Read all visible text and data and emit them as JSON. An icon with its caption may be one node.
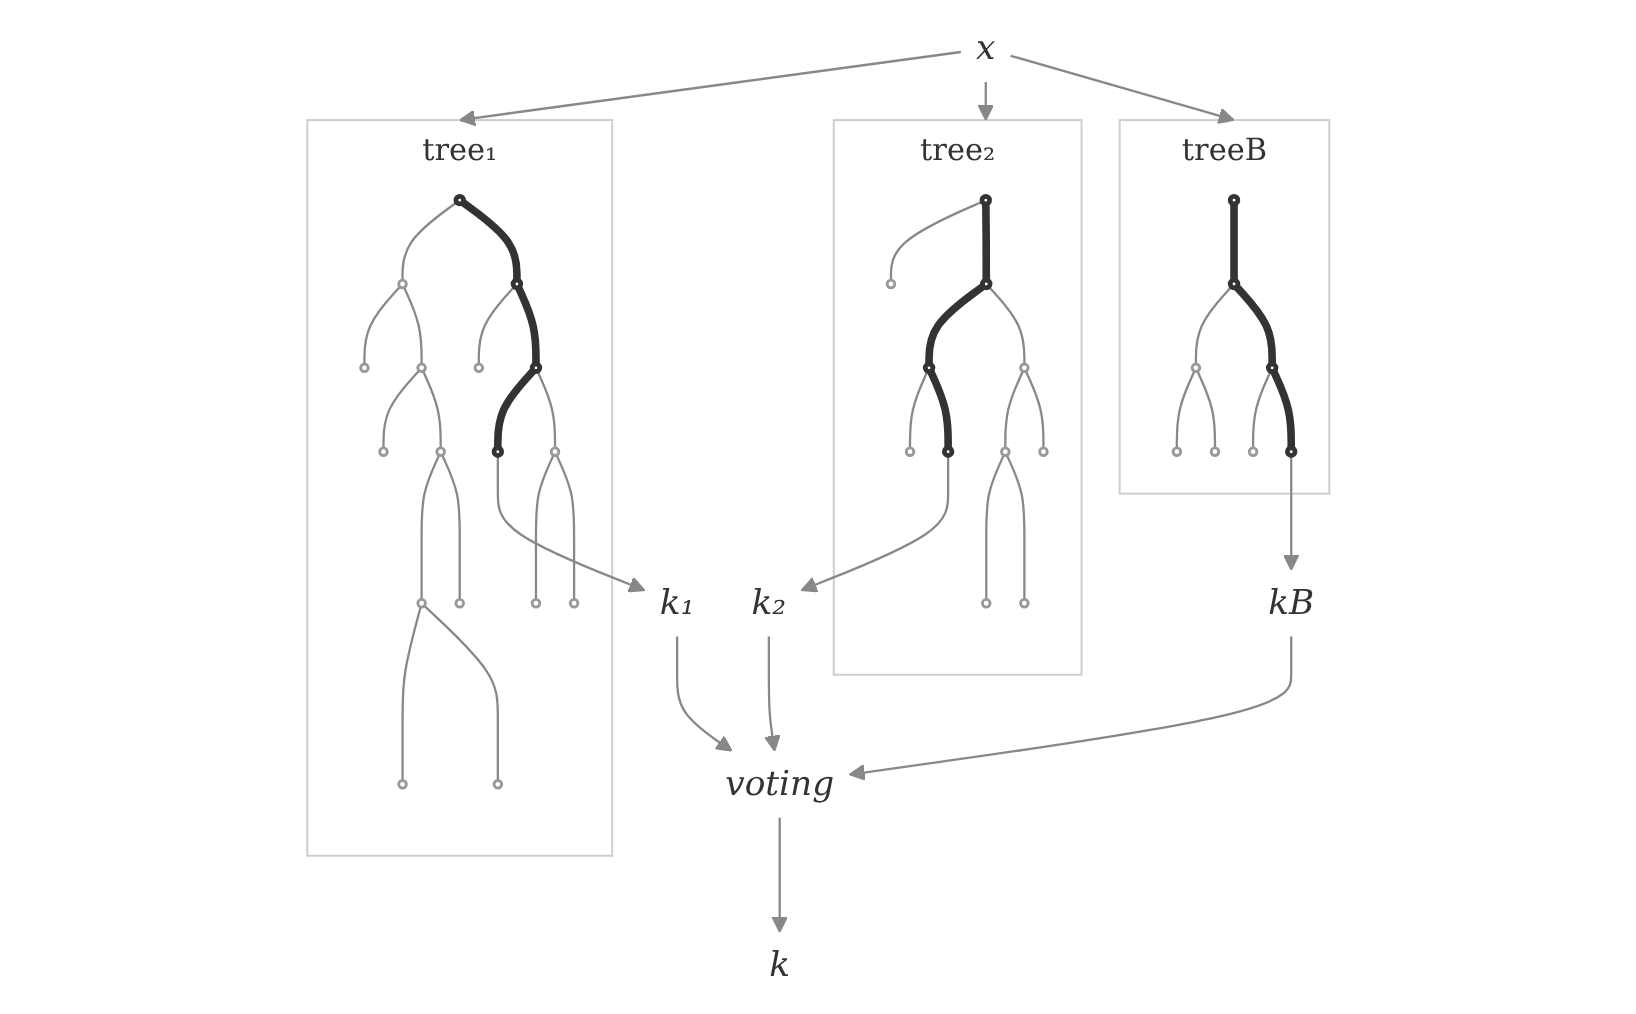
{
  "diagram": {
    "nodes": [
      {
        "text": [
          "x"
        ]
      },
      {
        "text": [
          "tree₁"
        ]
      },
      {
        "text": [],
        "shape": "circle",
        "in": 1
      },
      {
        "text": [],
        "shape": "circle",
        "in": 1
      },
      {
        "text": [],
        "shape": "circle",
        "in": 1
      },
      {
        "text": [],
        "shape": "circle",
        "in": 1
      },
      {
        "text": [],
        "shape": "circle",
        "in": 1
      },
      {
        "text": [],
        "shape": "circle",
        "in": 1
      },
      {
        "text": [],
        "shape": "circle",
        "in": 1
      },
      {
        "text": [],
        "shape": "circle",
        "in": 1
      },
      {
        "text": [],
        "shape": "circle",
        "in": 1
      },
      {
        "text": [],
        "shape": "circle",
        "in": 1
      },
      {
        "text": [],
        "shape": "circle",
        "in": 1
      },
      {
        "text": [],
        "shape": "circle",
        "in": 1
      },
      {
        "text": [],
        "shape": "circle",
        "in": 1
      },
      {
        "text": [],
        "shape": "circle",
        "in": 1
      },
      {
        "text": [],
        "shape": "circle",
        "in": 1
      },
      {
        "text": [],
        "shape": "circle",
        "in": 1
      },
      {
        "text": [],
        "shape": "circle",
        "in": 1
      },
      {
        "text": [
          "tree₂"
        ]
      },
      {
        "text": [],
        "shape": "circle",
        "in": 19
      },
      {
        "text": [],
        "shape": "circle",
        "in": 19
      },
      {
        "text": [],
        "shape": "circle",
        "in": 19
      },
      {
        "text": [],
        "shape": "circle",
        "in": 19
      },
      {
        "text": [],
        "shape": "circle",
        "in": 19
      },
      {
        "text": [],
        "shape": "circle",
        "in": 19
      },
      {
        "text": [],
        "shape": "circle",
        "in": 19
      },
      {
        "text": [],
        "shape": "circle",
        "in": 19
      },
      {
        "text": [],
        "shape": "circle",
        "in": 19
      },
      {
        "text": [],
        "shape": "circle",
        "in": 19
      },
      {
        "text": [],
        "shape": "circle",
        "in": 19
      },
      {
        "text": [
          "treeB"
        ]
      },
      {
        "text": [],
        "shape": "circle",
        "in": 31
      },
      {
        "text": [],
        "shape": "circle",
        "in": 31
      },
      {
        "text": [],
        "shape": "circle",
        "in": 31
      },
      {
        "text": [],
        "shape": "circle",
        "in": 31
      },
      {
        "text": [],
        "shape": "circle",
        "in": 31
      },
      {
        "text": [],
        "shape": "circle",
        "in": 31
      },
      {
        "text": [],
        "shape": "circle",
        "in": 31
      },
      {
        "text": [],
        "shape": "circle",
        "in": 31
      },
      {
        "text": [
          "k₁"
        ]
      },
      {
        "text": [
          "k₂"
        ]
      },
      {
        "text": [
          "kB"
        ]
      },
      {
        "text": [
          "voting"
        ]
      },
      {
        "text": [
          "k"
        ]
      }
    ],
    "edges": [
      {
        "from": 0,
        "to": 1,
        "arrow": "to"
      },
      {
        "from": 0,
        "to": 19,
        "arrow": "to"
      },
      {
        "from": 0,
        "to": 31,
        "arrow": "to"
      },
      {
        "from": 2,
        "to": 3,
        "arrow": "none"
      },
      {
        "from": 2,
        "to": 4,
        "arrow": "none",
        "style": "thick"
      },
      {
        "from": 3,
        "to": 5,
        "arrow": "none"
      },
      {
        "from": 3,
        "to": 6,
        "arrow": "none"
      },
      {
        "from": 4,
        "to": 7,
        "arrow": "none"
      },
      {
        "from": 4,
        "to": 8,
        "arrow": "none",
        "style": "thick"
      },
      {
        "from": 6,
        "to": 9,
        "arrow": "none"
      },
      {
        "from": 6,
        "to": 10,
        "arrow": "none"
      },
      {
        "from": 8,
        "to": 11,
        "arrow": "none",
        "style": "thick"
      },
      {
        "from": 8,
        "to": 12,
        "arrow": "none"
      },
      {
        "from": 10,
        "to": 13,
        "arrow": "none"
      },
      {
        "from": 10,
        "to": 14,
        "arrow": "none"
      },
      {
        "from": 12,
        "to": 15,
        "arrow": "none"
      },
      {
        "from": 12,
        "to": 16,
        "arrow": "none"
      },
      {
        "from": 13,
        "to": 17,
        "arrow": "none"
      },
      {
        "from": 13,
        "to": 18,
        "arrow": "none"
      },
      {
        "from": 20,
        "to": 21,
        "arrow": "none"
      },
      {
        "from": 20,
        "to": 22,
        "arrow": "none",
        "style": "thick"
      },
      {
        "from": 22,
        "to": 23,
        "arrow": "none",
        "style": "thick"
      },
      {
        "from": 22,
        "to": 24,
        "arrow": "none"
      },
      {
        "from": 23,
        "to": 25,
        "arrow": "none"
      },
      {
        "from": 23,
        "to": 26,
        "arrow": "none",
        "style": "thick"
      },
      {
        "from": 24,
        "to": 27,
        "arrow": "none"
      },
      {
        "from": 24,
        "to": 28,
        "arrow": "none"
      },
      {
        "from": 27,
        "to": 29,
        "arrow": "none"
      },
      {
        "from": 27,
        "to": 30,
        "arrow": "none"
      },
      {
        "from": 32,
        "to": 33,
        "arrow": "none",
        "style": "thick"
      },
      {
        "from": 33,
        "to": 34,
        "arrow": "none"
      },
      {
        "from": 33,
        "to": 35,
        "arrow": "none",
        "style": "thick"
      },
      {
        "from": 34,
        "to": 36,
        "arrow": "none"
      },
      {
        "from": 34,
        "to": 37,
        "arrow": "none"
      },
      {
        "from": 35,
        "to": 38,
        "arrow": "none"
      },
      {
        "from": 35,
        "to": 39,
        "arrow": "none",
        "style": "thick"
      },
      {
        "from": 11,
        "to": 40,
        "arrow": "to"
      },
      {
        "from": 26,
        "to": 41,
        "arrow": "to"
      },
      {
        "from": 39,
        "to": 42,
        "arrow": "to"
      },
      {
        "from": 40,
        "to": 43,
        "arrow": "to"
      },
      {
        "from": 41,
        "to": 43,
        "arrow": "to"
      },
      {
        "from": 42,
        "to": 43,
        "arrow": "to"
      },
      {
        "from": 43,
        "to": 44,
        "arrow": "to"
      }
    ]
  }
}
